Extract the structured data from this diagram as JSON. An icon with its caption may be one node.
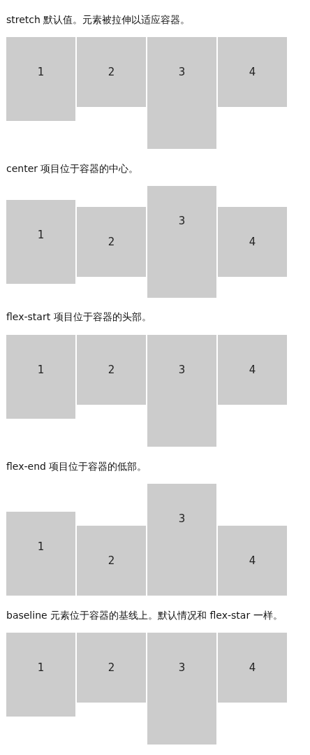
{
  "diagram": {
    "nodes": [
      {
        "text": [
          "1"
        ]
      },
      {
        "text": [
          "2"
        ]
      },
      {
        "text": [
          "3"
        ]
      },
      {
        "text": [
          "4"
        ]
      },
      {
        "text": [
          "1"
        ]
      },
      {
        "text": [
          "2"
        ]
      },
      {
        "text": [
          "3"
        ]
      },
      {
        "text": [
          "4"
        ]
      },
      {
        "text": [
          "1"
        ]
      },
      {
        "text": [
          "2"
        ]
      },
      {
        "text": [
          "3"
        ]
      },
      {
        "text": [
          "4"
        ]
      },
      {
        "text": [
          "1"
        ]
      },
      {
        "text": [
          "2"
        ]
      },
      {
        "text": [
          "3"
        ]
      },
      {
        "text": [
          "4"
        ]
      },
      {
        "text": [
          "1"
        ]
      },
      {
        "text": [
          "2"
        ]
      },
      {
        "text": [
          "3"
        ]
      },
      {
        "text": [
          "4"
        ]
      }
    ],
    "labels": [
      "stretch 默认值。元素被拉伸以适应容器。",
      "center 项目位于容器的中心。",
      "flex-start 项目位于容器的头部。",
      "flex-end 项目位于容器的低部。",
      "baseline 元素位于容器的基线上。默认情况和 flex-star 一样。"
    ]
  }
}
